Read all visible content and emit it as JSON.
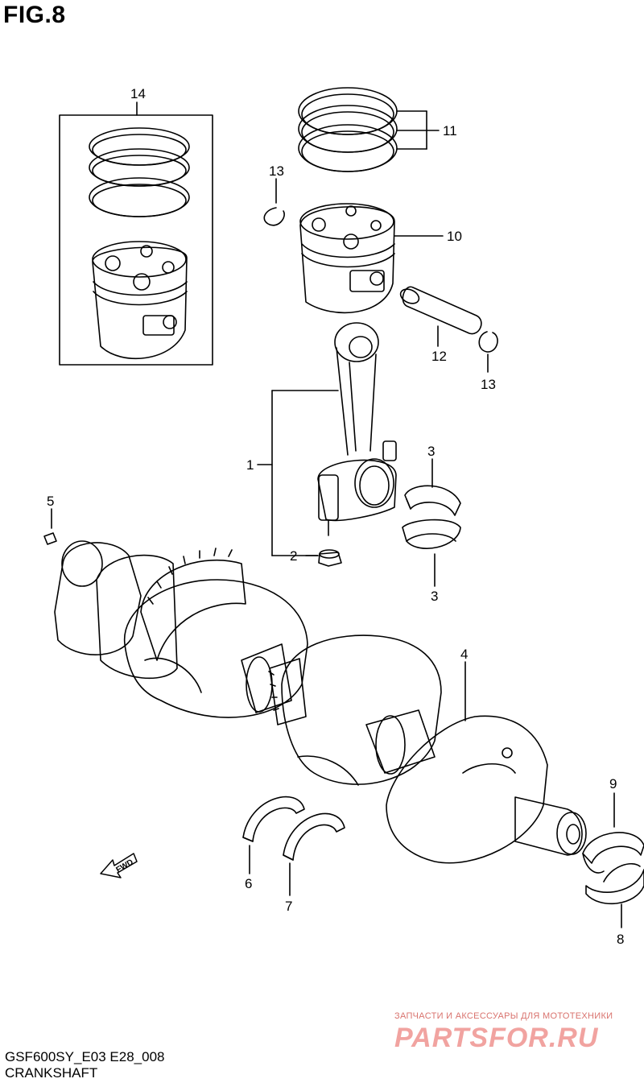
{
  "figure": {
    "title": "FIG.8"
  },
  "callouts": [
    "14",
    "11",
    "13",
    "10",
    "12",
    "13",
    "1",
    "3",
    "5",
    "2",
    "3",
    "4",
    "9",
    "6",
    "7",
    "8"
  ],
  "direction_arrow": {
    "label": "FWD"
  },
  "footer": {
    "model_code": "GSF600SY_E03 E28_008",
    "section_name": "CRANKSHAFT"
  },
  "watermark": {
    "line1": "ЗАПЧАСТИ И АКСЕССУАРЫ ДЛЯ МОТОТЕХНИКИ",
    "line2": "PARTSFOR.RU"
  },
  "colors": {
    "line": "#000000",
    "background": "#ffffff",
    "watermark": "#e8807c"
  }
}
